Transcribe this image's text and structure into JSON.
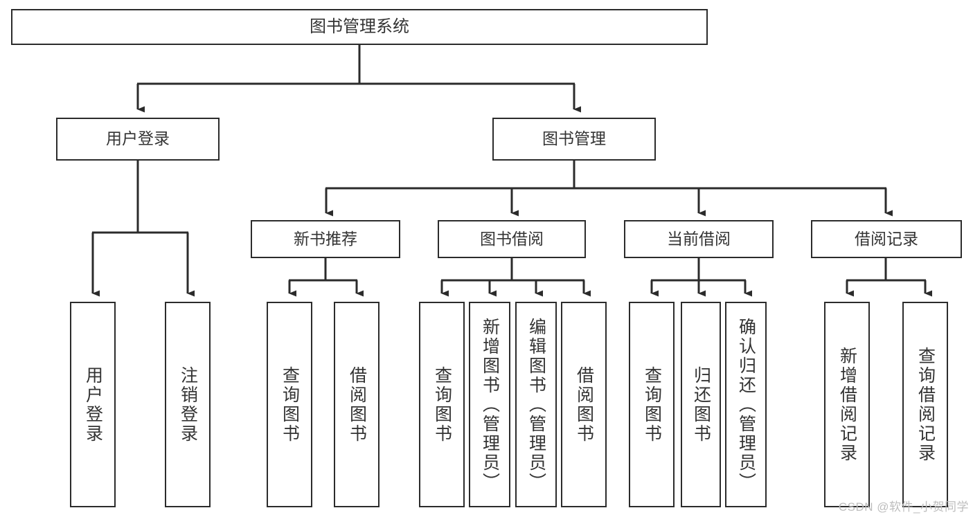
{
  "diagram": {
    "title": "图书管理系统",
    "type": "hierarchy-tree",
    "colors": {
      "box_border": "#2b2b2b",
      "box_fill": "#ffffff",
      "text": "#333333",
      "connector": "#2b2b2b",
      "watermark": "#bdbdbd",
      "background": "#ffffff"
    },
    "levels": {
      "root": "图书管理系统",
      "level2": [
        "用户登录",
        "图书管理"
      ],
      "level3": [
        "新书推荐",
        "图书借阅",
        "当前借阅",
        "借阅记录"
      ]
    },
    "nodes": {
      "root": {
        "label": "图书管理系统"
      },
      "user_login": {
        "label": "用户登录"
      },
      "book_manage": {
        "label": "图书管理"
      },
      "new_book_rec": {
        "label": "新书推荐"
      },
      "book_borrow": {
        "label": "图书借阅"
      },
      "current_borrow": {
        "label": "当前借阅"
      },
      "borrow_record": {
        "label": "借阅记录"
      },
      "leaf_user_login": {
        "label": "用户登录"
      },
      "leaf_logout": {
        "label": "注销登录"
      },
      "leaf_query_book_1": {
        "label": "查询图书"
      },
      "leaf_borrow_book_1": {
        "label": "借阅图书"
      },
      "leaf_query_book_2": {
        "label": "查询图书"
      },
      "leaf_add_book_admin": {
        "label": "新增图书（管理员）"
      },
      "leaf_edit_book_admin": {
        "label": "编辑图书（管理员）"
      },
      "leaf_borrow_book_2": {
        "label": "借阅图书"
      },
      "leaf_query_book_3": {
        "label": "查询图书"
      },
      "leaf_return_book": {
        "label": "归还图书"
      },
      "leaf_confirm_return_admin": {
        "label": "确认归还（管理员）"
      },
      "leaf_add_record": {
        "label": "新增借阅记录"
      },
      "leaf_query_record": {
        "label": "查询借阅记录"
      }
    },
    "watermark": "CSDN @软件_小贺同学"
  }
}
